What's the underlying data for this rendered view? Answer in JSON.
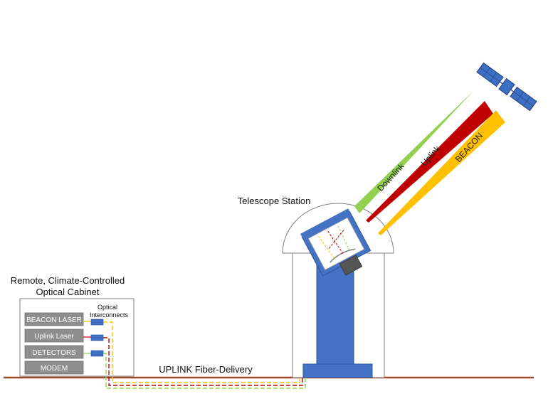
{
  "labels": {
    "cabinet_line1": "Remote, Climate-Controlled",
    "cabinet_line2": "Optical Cabinet",
    "interconnects_line1": "Optical",
    "interconnects_line2": "Interconnects",
    "telescope_station": "Telescope Station",
    "fiber_delivery": "UPLINK Fiber-Delivery"
  },
  "modules": [
    {
      "label": "BEACON LASER"
    },
    {
      "label": "Uplink Laser"
    },
    {
      "label": "DETECTORS"
    },
    {
      "label": "MODEM"
    }
  ],
  "beams": {
    "downlink": "Downlink",
    "uplink": "Uplink",
    "beacon": "BEACON"
  },
  "colors": {
    "ground": "#9b4a2a",
    "module_fill": "#8e8e8e",
    "connector": "#3d6fc4",
    "mount": "#4472c4",
    "downlink": "#92d050",
    "uplink": "#c00000",
    "beacon": "#ffc000",
    "fiber_yellow": "#ffc000",
    "fiber_red": "#c00000",
    "fiber_green": "#92d050"
  }
}
